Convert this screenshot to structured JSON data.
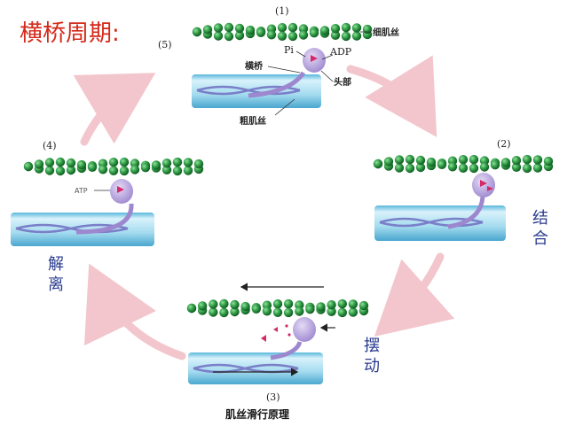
{
  "title": "横桥周期:",
  "stages": {
    "s1": "(1)",
    "s2": "(2)",
    "s3": "(3)",
    "s4": "(4)",
    "s5": "(5)"
  },
  "labels": {
    "thin_filament": "细肌丝",
    "pi": "Pi",
    "adp": "ADP",
    "cross_bridge": "横桥",
    "head": "头部",
    "thick_filament": "粗肌丝",
    "atp": "ATP"
  },
  "steps": {
    "bind_1": "结",
    "bind_2": "合",
    "swing_1": "摆",
    "swing_2": "动",
    "detach_1": "解",
    "detach_2": "离"
  },
  "caption": "肌丝滑行原理",
  "colors": {
    "title": "#d42a1a",
    "actin": "#2e9a44",
    "myosin": "#9fd8ee",
    "head": "#b9a6dd",
    "cycle_arrow": "#f2c6cc",
    "step_text": "#2a3b8f"
  }
}
